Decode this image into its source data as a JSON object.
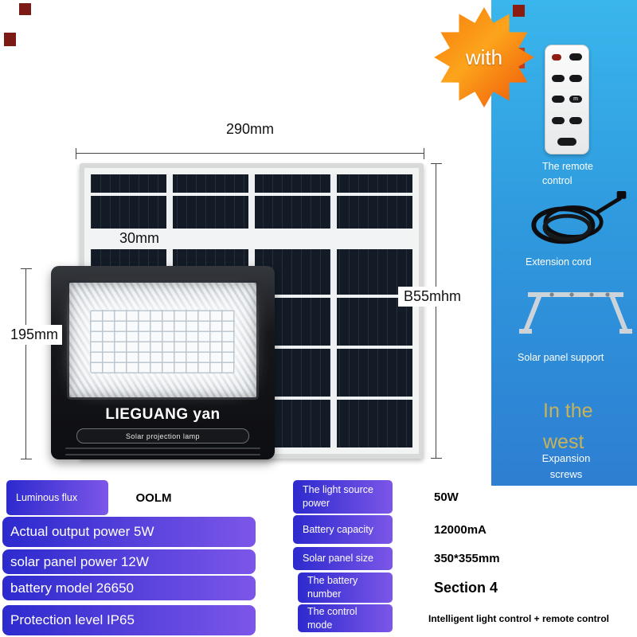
{
  "accessories": {
    "badge_label": "with",
    "remote_key": "m",
    "items": [
      {
        "label": "The remote control"
      },
      {
        "label": "Extension cord"
      },
      {
        "label": "Solar panel support"
      }
    ],
    "region_text": "In the west",
    "screws_label": "Expansion screws"
  },
  "diagram": {
    "width_dim": "290mm",
    "strip_dim": "30mm",
    "side_dim": "B55mhm",
    "lamp_height_dim": "195mm",
    "lamp": {
      "brand": "LIEGUANG yan",
      "subtitle": "Solar projection lamp"
    }
  },
  "specs": {
    "left": [
      {
        "label": "Luminous flux",
        "value": "OOLM"
      },
      {
        "label": "Actual output power 5W"
      },
      {
        "label": "solar panel power 12W"
      },
      {
        "label": "battery model 26650"
      },
      {
        "label": "Protection level IP65"
      }
    ],
    "right": [
      {
        "label": "The light source power",
        "value": "50W"
      },
      {
        "label": "Battery capacity",
        "value": "12000mA"
      },
      {
        "label": "Solar panel size",
        "value": "350*355mm"
      },
      {
        "label": "The battery number",
        "value": "Section 4"
      },
      {
        "label": "The control mode",
        "value": "Intelligent light control + remote control"
      }
    ]
  }
}
